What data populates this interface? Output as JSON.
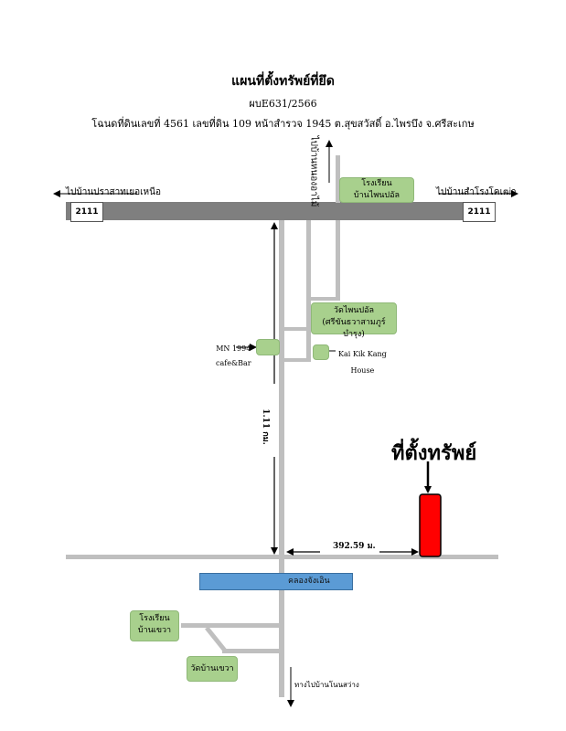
{
  "header": {
    "title": "แผนที่ตั้งทรัพย์ที่ยึด",
    "ref": "ผบE631/2566",
    "deed": "โฉนดที่ดินเลขที่ 4561 เลขที่ดิน 109 หน้าสำรวจ 1945 ต.สุขสวัสดิ์ อ.ไพรบึง จ.ศรีสะเกษ"
  },
  "roads": {
    "main_left": "ไปบ้านปราสาทเยอเหนือ",
    "main_right": "ไปบ้านสำโรงโคเฒ่า",
    "route_left": "2111",
    "route_right": "2111",
    "north_road": "ไปบ้านหนองอาไม้",
    "south_road": "ทางไปบ้านโนนสว่าง"
  },
  "places": {
    "school_top": "โรงเรียน\nบ้านไพนปอัล",
    "temple": "วัดไพนปอัล\n(ศรีขันธวาสามภูร์บำรุง)",
    "cafe": "MN 1994\ncafe&Bar",
    "kaikik": "Kai Kik Kang\nHouse",
    "canal": "คลองจังเอิน",
    "school_bottom": "โรงเรียน\nบ้านเขวา",
    "temple_bottom": "วัดบ้านเขวา"
  },
  "measurements": {
    "vertical": "1.11 กม.",
    "horizontal": "392.59 ม."
  },
  "property_label": "ที่ตั้งทรัพย์",
  "colors": {
    "main_road": "#7f7f7f",
    "side_road": "#bfbfbf",
    "green_box": "#a8d08d",
    "canal": "#5b9bd5",
    "property": "#ff0000"
  }
}
